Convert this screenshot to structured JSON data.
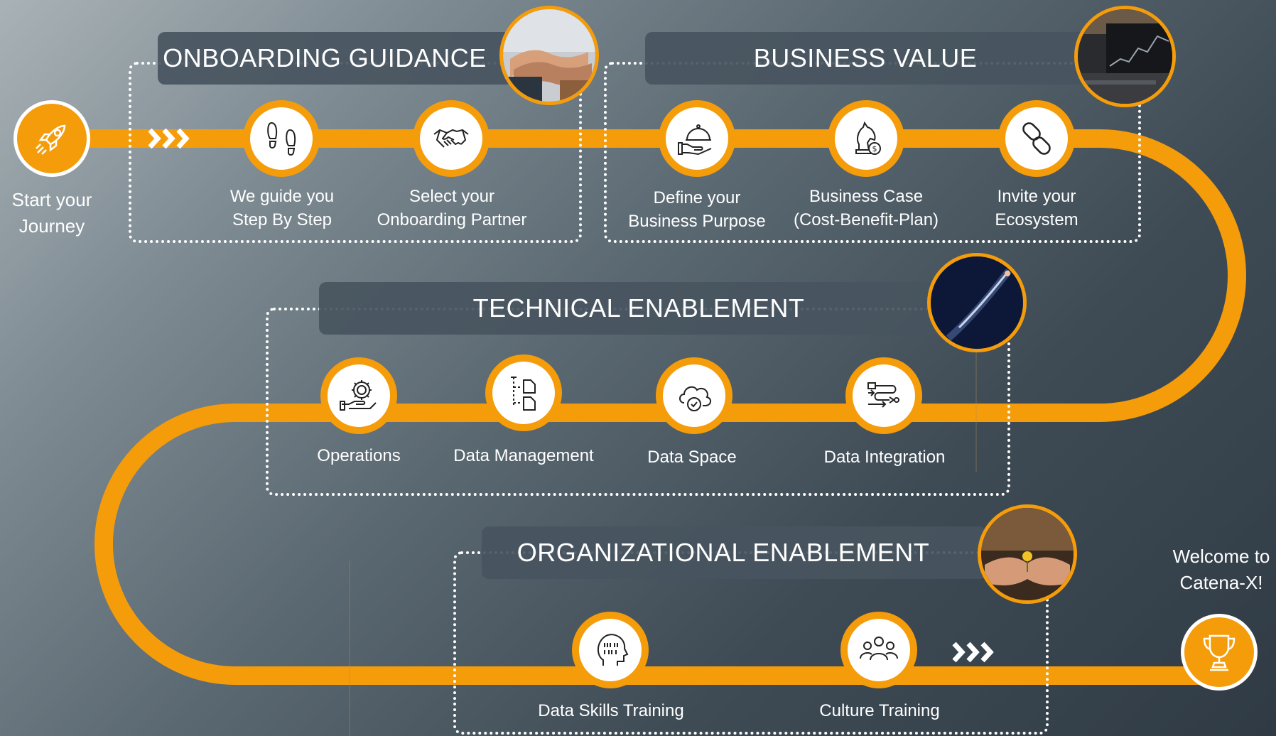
{
  "start": {
    "line1": "Start your",
    "line2": "Journey",
    "icon": "rocket-icon"
  },
  "finish": {
    "line1": "Welcome to",
    "line2": "Catena-X!",
    "icon": "trophy-icon"
  },
  "colors": {
    "accent": "#f59c0b",
    "banner": "#485560"
  },
  "sections": {
    "onboarding": {
      "title": "ONBOARDING GUIDANCE",
      "steps": [
        {
          "line1": "We guide you",
          "line2": "Step By Step",
          "icon": "footprints-icon"
        },
        {
          "line1": "Select your",
          "line2": "Onboarding Partner",
          "icon": "handshake-icon"
        }
      ]
    },
    "business": {
      "title": "BUSINESS VALUE",
      "steps": [
        {
          "line1": "Define your",
          "line2": "Business Purpose",
          "icon": "service-tray-icon"
        },
        {
          "line1": "Business Case",
          "line2": "(Cost-Benefit-Plan)",
          "icon": "chess-knight-icon"
        },
        {
          "line1": "Invite your",
          "line2": "Ecosystem",
          "icon": "link-icon"
        }
      ]
    },
    "technical": {
      "title": "TECHNICAL ENABLEMENT",
      "steps": [
        {
          "label": "Operations",
          "icon": "gear-hand-icon"
        },
        {
          "label": "Data Management",
          "icon": "documents-icon"
        },
        {
          "label": "Data Space",
          "icon": "cloud-check-icon"
        },
        {
          "label": "Data Integration",
          "icon": "integration-flow-icon"
        }
      ]
    },
    "organizational": {
      "title": "ORGANIZATIONAL ENABLEMENT",
      "steps": [
        {
          "label": "Data Skills Training",
          "icon": "head-data-icon"
        },
        {
          "label": "Culture Training",
          "icon": "team-icon"
        }
      ]
    }
  }
}
